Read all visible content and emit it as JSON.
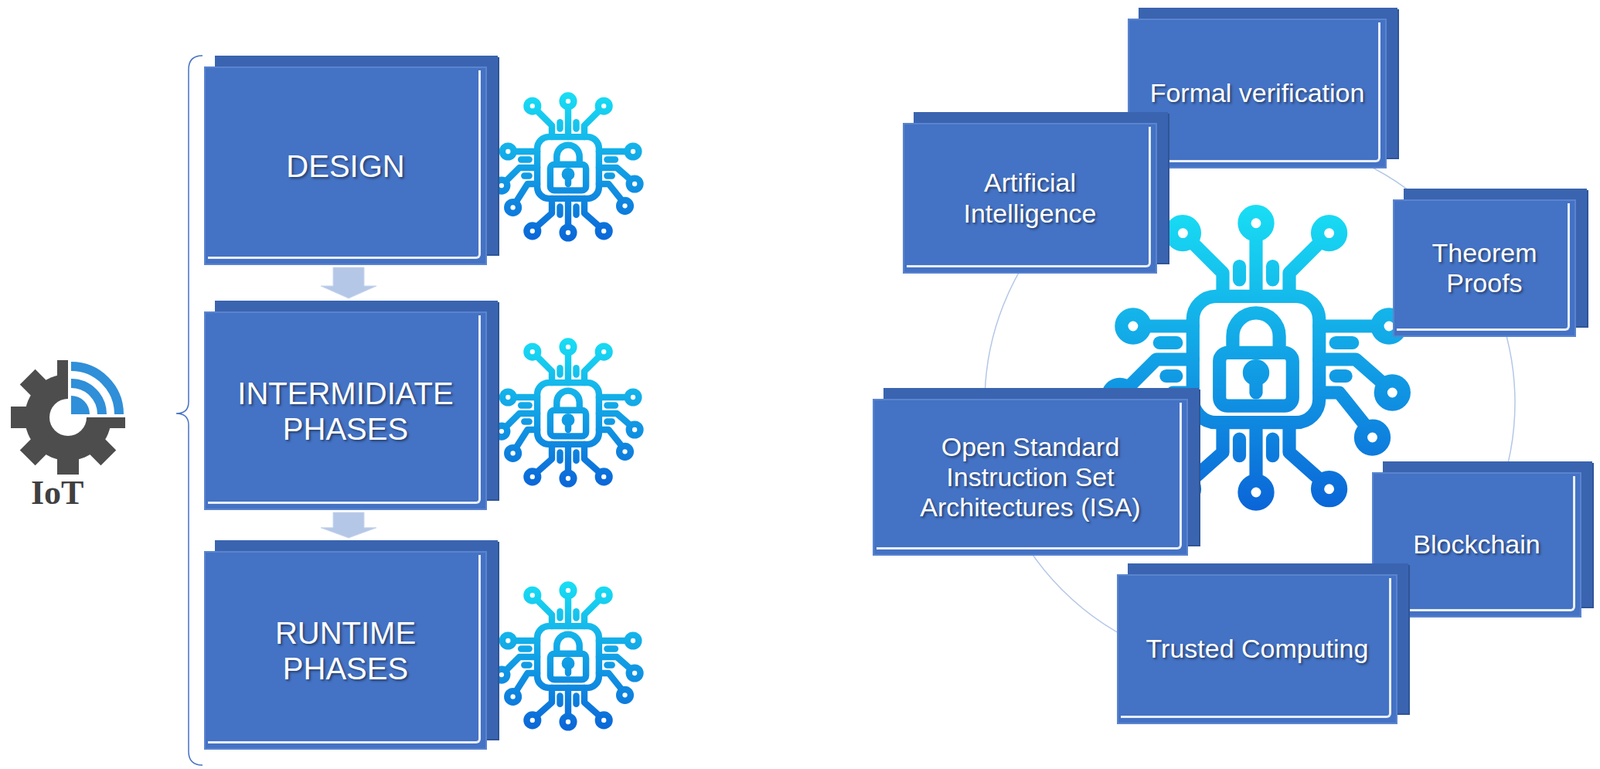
{
  "diagram": {
    "nodes": [
      {
        "text": [
          "DESIGN"
        ]
      },
      {
        "text": [
          "INTERMIDIATE PHASES"
        ]
      },
      {
        "text": [
          "RUNTIME PHASES"
        ]
      },
      {
        "text": [
          "Formal verification"
        ]
      },
      {
        "text": [
          "Artificial Intelligence"
        ]
      },
      {
        "text": [
          "Theorem Proofs"
        ]
      },
      {
        "text": [
          "Open Standard Instruction Set Architectures (ISA)"
        ]
      },
      {
        "text": [
          "Blockchain"
        ]
      },
      {
        "text": [
          "Trusted Computing"
        ]
      }
    ],
    "edges": [
      {
        "from": 0,
        "to": 1,
        "arrow": "to"
      },
      {
        "from": 1,
        "to": 2,
        "arrow": "to"
      }
    ],
    "labels": [
      "IoT"
    ]
  }
}
